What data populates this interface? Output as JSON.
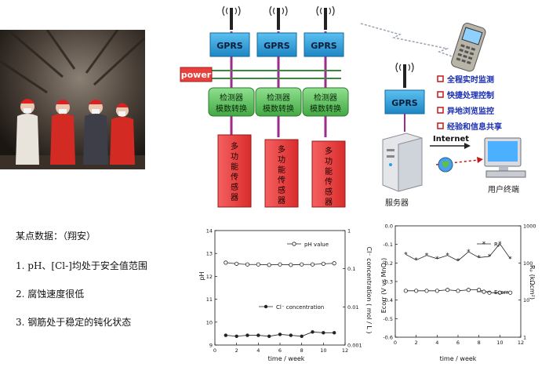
{
  "diagram": {
    "gprs_label": "GPRS",
    "power_label": "power",
    "converter_label": [
      "检测器",
      "模数转换"
    ],
    "sensor_label": [
      "多",
      "功",
      "能",
      "传",
      "感",
      "器"
    ],
    "internet_label": "Internet",
    "server_label": "服务器",
    "terminal_label": "用户终端",
    "features": [
      "全程实时监测",
      "快捷处理控制",
      "异地浏览监控",
      "经验和信息共享"
    ],
    "colors": {
      "gprs": "#2e9fdc",
      "power": "#e8403c",
      "converter": "#62c262",
      "sensor": "#e8403c",
      "bus": "#3a8a3a",
      "rail": "#9b2b8c",
      "feature_text": "#1a2fb0"
    }
  },
  "notes": {
    "title": "某点数据：（翔安）",
    "items": [
      "1. pH、[Cl-]均处于安全值范围",
      "2. 腐蚀速度很低",
      "3. 钢筋处于稳定的钝化状态"
    ]
  },
  "chart_data": [
    {
      "type": "line",
      "xlabel": "time / week",
      "ylabel": "pH",
      "y2label": "Cl⁻ concentration ( mol / L )",
      "xlim": [
        0,
        12
      ],
      "xticks": [
        0,
        2,
        4,
        6,
        8,
        10,
        12
      ],
      "ylim": [
        9,
        14
      ],
      "yticks": [
        9,
        10,
        11,
        12,
        13,
        14
      ],
      "y2scale": "log",
      "y2ticks": [
        "0.001",
        "0.01",
        "0.1",
        "1"
      ],
      "y2ticks_values": [
        0.001,
        0.01,
        0.1,
        1
      ],
      "legend": [
        "pH value",
        "Cl⁻ concentration"
      ],
      "series": [
        {
          "name": "pH value",
          "marker": "open-circle",
          "axis": "left",
          "x": [
            1,
            2,
            3,
            4,
            5,
            6,
            7,
            8,
            9,
            10,
            11
          ],
          "values": [
            12.6,
            12.55,
            12.52,
            12.52,
            12.5,
            12.52,
            12.5,
            12.52,
            12.52,
            12.55,
            12.57
          ]
        },
        {
          "name": "Cl⁻ concentration",
          "marker": "filled-circle",
          "axis": "right",
          "x": [
            1,
            2,
            3,
            4,
            5,
            6,
            7,
            8,
            9,
            10,
            11
          ],
          "values": [
            0.0018,
            0.0017,
            0.0018,
            0.0018,
            0.0017,
            0.0019,
            0.0018,
            0.0017,
            0.0022,
            0.0021,
            0.0021
          ]
        }
      ]
    },
    {
      "type": "line",
      "xlabel": "time / week",
      "ylabel": "Ecorr (V vs MnO₂)",
      "y2label": "Rₚ (kΩcm²)",
      "xlim": [
        0,
        12
      ],
      "xticks": [
        0,
        2,
        4,
        6,
        8,
        10,
        12
      ],
      "ylim": [
        -0.6,
        0.0
      ],
      "yticks": [
        -0.6,
        -0.5,
        -0.4,
        -0.3,
        -0.2,
        -0.1,
        0.0
      ],
      "ytick_labels": [
        "-0.6",
        "-0.5",
        "-0.4",
        "-0.3",
        "-0.2",
        "-0.1",
        "0.0"
      ],
      "y2scale": "log",
      "y2ticks": [
        "1",
        "10",
        "100",
        "1000"
      ],
      "y2ticks_values": [
        1,
        10,
        100,
        1000
      ],
      "legend": [
        "Rₚ",
        "Ecorr"
      ],
      "series": [
        {
          "name": "Rₚ",
          "marker": "star",
          "axis": "right",
          "x": [
            1,
            2,
            3,
            4,
            5,
            6,
            7,
            8,
            9,
            10,
            11
          ],
          "values": [
            170,
            120,
            160,
            130,
            160,
            115,
            200,
            140,
            150,
            330,
            130
          ]
        },
        {
          "name": "Ecorr",
          "marker": "open-circle",
          "axis": "left",
          "x": [
            1,
            2,
            3,
            4,
            5,
            6,
            7,
            8,
            9,
            10,
            11
          ],
          "values": [
            -0.35,
            -0.35,
            -0.35,
            -0.35,
            -0.345,
            -0.35,
            -0.345,
            -0.345,
            -0.36,
            -0.36,
            -0.36
          ]
        }
      ]
    }
  ]
}
